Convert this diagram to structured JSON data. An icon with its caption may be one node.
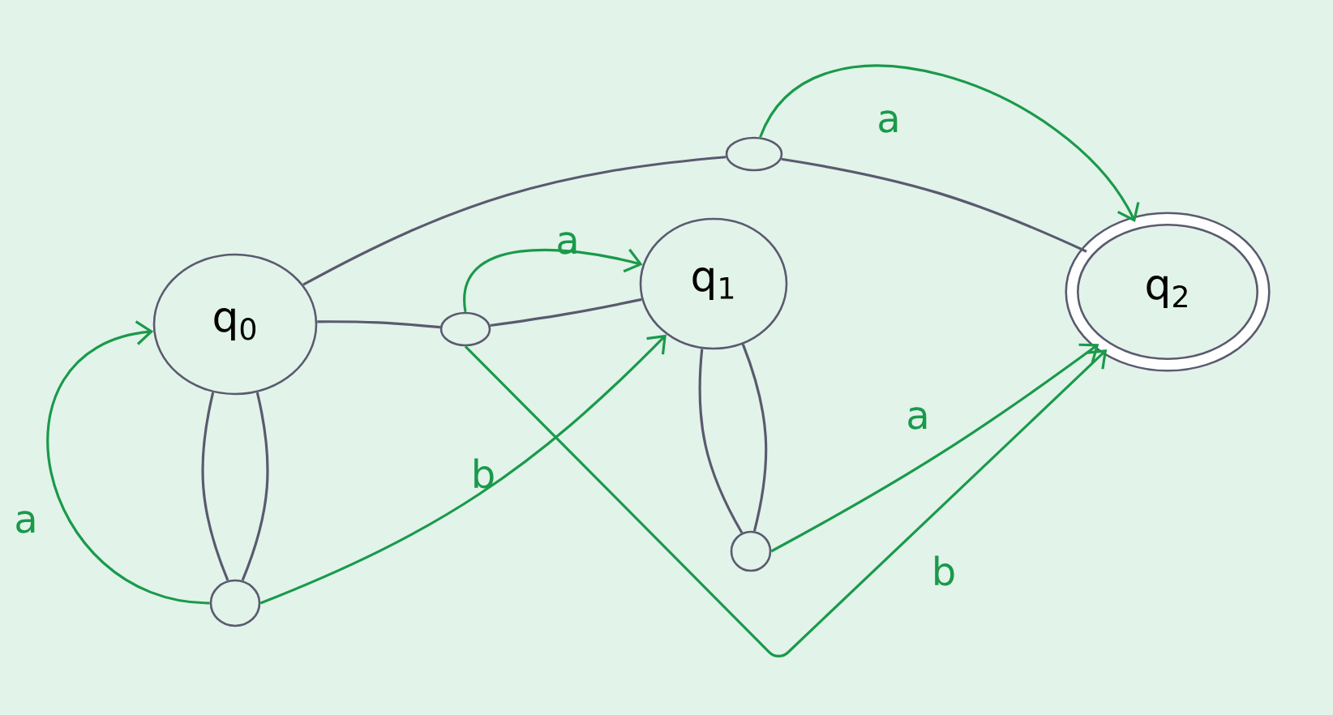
{
  "diagram": {
    "nodes": [
      {
        "text": [
          "q$_{0}$"
        ]
      },
      {
        "text": [
          "q$_{1}$"
        ]
      },
      {
        "text": [
          "q$_{2}$"
        ]
      },
      {
        "text": [],
        "shape": "circle"
      },
      {
        "text": [],
        "shape": "circle"
      },
      {
        "text": [],
        "shape": "circle"
      },
      {
        "text": [],
        "shape": "circle"
      }
    ],
    "edges": [
      {
        "from": 0,
        "to": 3,
        "arrow": "none"
      },
      {
        "from": 3,
        "to": 2,
        "arrow": "none"
      },
      {
        "from": 0,
        "to": 4,
        "arrow": "none"
      },
      {
        "from": 4,
        "to": 1,
        "arrow": "none"
      },
      {
        "from": 0,
        "to": 5,
        "arrow": "none"
      },
      {
        "from": 0,
        "to": 5,
        "arrow": "none"
      },
      {
        "from": 1,
        "to": 6,
        "arrow": "none"
      },
      {
        "from": 1,
        "to": 6,
        "arrow": "none"
      },
      {
        "from": 3,
        "to": 2,
        "arrow": "to",
        "label": "a",
        "color": "#1a9a4a"
      },
      {
        "from": 4,
        "to": 1,
        "arrow": "to",
        "label": "a",
        "color": "#1a9a4a"
      },
      {
        "from": 5,
        "to": 0,
        "arrow": "to",
        "label": "a",
        "color": "#1a9a4a"
      },
      {
        "from": 5,
        "to": 1,
        "arrow": "to",
        "label": "b",
        "color": "#1a9a4a"
      },
      {
        "from": 6,
        "to": 2,
        "arrow": "to",
        "label": "a",
        "color": "#1a9a4a"
      },
      {
        "from": 4,
        "to": 2,
        "arrow": "to",
        "label": "b",
        "color": "#1a9a4a"
      }
    ]
  }
}
